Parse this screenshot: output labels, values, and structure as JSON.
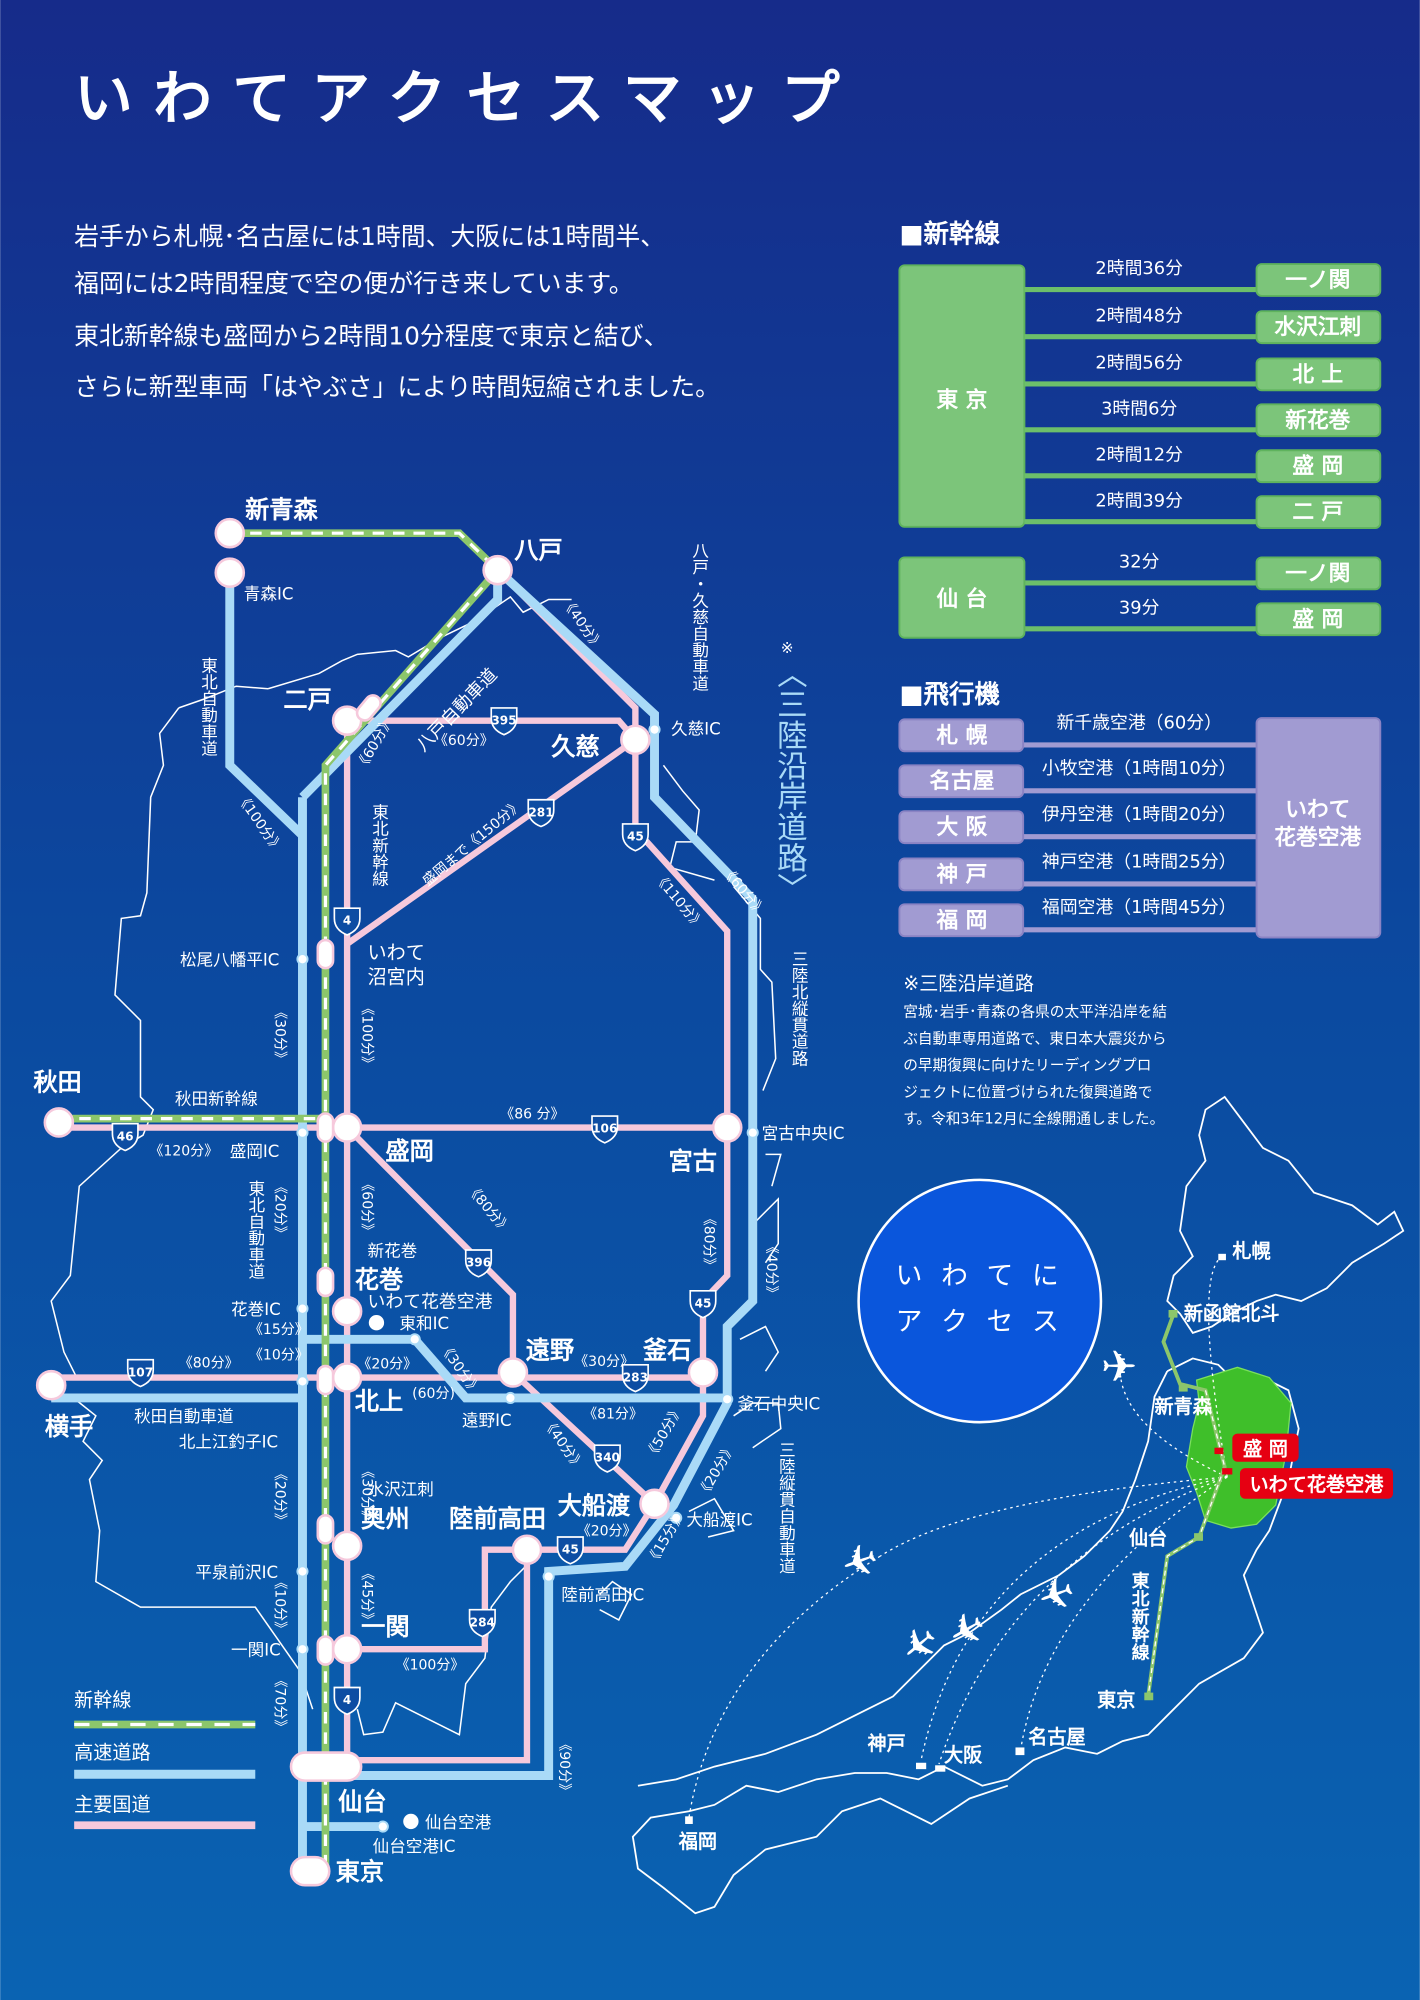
{
  "title": "いわてアクセスマップ",
  "intro": [
    "岩手から札幌･名古屋には1時間、大阪には1時間半、",
    "福岡には2時間程度で空の便が行き来しています。",
    "東北新幹線も盛岡から2時間10分程度で東京と結び、",
    "さらに新型車両「はやぶさ」により時間短縮されました。"
  ],
  "shinkansen": {
    "heading": "■新幹線",
    "groups": [
      {
        "origin": "東 京",
        "routes": [
          {
            "time": "2時間36分",
            "dest": "一ノ関"
          },
          {
            "time": "2時間48分",
            "dest": "水沢江刺"
          },
          {
            "time": "2時間56分",
            "dest": "北 上"
          },
          {
            "time": "3時間6分",
            "dest": "新花巻"
          },
          {
            "time": "2時間12分",
            "dest": "盛 岡"
          },
          {
            "time": "2時間39分",
            "dest": "二 戸"
          }
        ]
      },
      {
        "origin": "仙 台",
        "routes": [
          {
            "time": "32分",
            "dest": "一ノ関"
          },
          {
            "time": "39分",
            "dest": "盛 岡"
          }
        ]
      }
    ]
  },
  "airplane": {
    "heading": "■飛行機",
    "routes": [
      {
        "origin": "札 幌",
        "via": "新千歳空港（60分）"
      },
      {
        "origin": "名古屋",
        "via": "小牧空港（1時間10分）"
      },
      {
        "origin": "大 阪",
        "via": "伊丹空港（1時間20分）"
      },
      {
        "origin": "神 戸",
        "via": "神戸空港（1時間25分）"
      },
      {
        "origin": "福 岡",
        "via": "福岡空港（1時間45分）"
      }
    ],
    "dest_line1": "いわて",
    "dest_line2": "花巻空港"
  },
  "note": {
    "title": "※三陸沿岸道路",
    "lines": [
      "宮城･岩手･青森の各県の太平洋沿岸を結",
      "ぶ自動車専用道路で、東日本大震災から",
      "の早期復興に向けたリーディングプロ",
      "ジェクトに位置づけられた復興道路で",
      "す。令和3年12月に全線開通しました。"
    ]
  },
  "map": {
    "stations": {
      "shin_aomori": "新青森",
      "hachinohe": "八戸",
      "ninohe": "二戸",
      "kuji": "久慈",
      "numakunai_1": "いわて",
      "numakunai_2": "沼宮内",
      "akita": "秋田",
      "morioka": "盛岡",
      "miyako": "宮古",
      "shin_hanamaki": "新花巻",
      "hanamaki": "花巻",
      "hanamaki_airport": "いわて花巻空港",
      "tono": "遠野",
      "kamaishi": "釜石",
      "kitakami": "北上",
      "yokote": "横手",
      "mizusawa_esashi": "水沢江刺",
      "oshu": "奥州",
      "rikuzentakata": "陸前高田",
      "ofunato": "大船渡",
      "ichinoseki": "一関",
      "sendai": "仙台",
      "sendai_airport": "仙台空港",
      "tokyo": "東京"
    },
    "ics": {
      "aomori": "青森IC",
      "kuji": "久慈IC",
      "matsuo": "松尾八幡平IC",
      "morioka": "盛岡IC",
      "miyako": "宮古中央IC",
      "hanamaki": "花巻IC",
      "towa": "東和IC",
      "tono": "遠野IC",
      "kamaishi": "釜石中央IC",
      "kitakami_etsuriko": "北上江釣子IC",
      "hiraizumi": "平泉前沢IC",
      "ofunato": "大船渡IC",
      "rikuzentakata": "陸前高田IC",
      "ichinoseki": "一関IC",
      "sendai_airport": "仙台空港IC"
    },
    "roads": {
      "tohoku_exp_n": "東北自動車道",
      "hachinohe_exp": "八戸自動車道",
      "tohoku_shinkansen": "東北新幹線",
      "hachinohe_kuji": "八戸・久慈自動車道",
      "sanriku_mark": "※",
      "sanriku": "〈三陸沿岸道路〉",
      "sanriku_north": "三陸北縦貫道路",
      "tohoku_exp_s": "東北自動車道",
      "sanriku_jukan": "三陸縦貫自動車道",
      "akita_shinkansen": "秋田新幹線",
      "akita_exp": "秋田自動車道"
    },
    "times": {
      "t40a": "《40分》",
      "t60a": "《60分》",
      "t60b": "《60分》",
      "t100a": "《100分》",
      "t150": "盛岡まで《150分》",
      "t110": "《110分》",
      "t60c": "《60分》",
      "t30a": "《30分》",
      "t100b": "《100分》",
      "t86": "《86 分》",
      "t120": "《120分》",
      "t20a": "《20分》",
      "t60d": "《60分》",
      "t80a": "《80分》",
      "t80b": "《80分》",
      "t40b": "《40分》",
      "t80c": "《80分》",
      "t10a": "《10分》",
      "t15a": "《15分》",
      "t30b": "《30分》",
      "t20b": "《20分》",
      "t60e": "(60分)",
      "t30c": "《30分》",
      "t81": "《81分》",
      "t40c": "《40分》",
      "t50": "《50分》",
      "t20c": "《20分》",
      "t30d": "《30分》",
      "t20d": "《20分》",
      "t20e": "《20分》",
      "t15b": "《15分》",
      "t45": "《45分》",
      "t10b": "《10分》",
      "t100c": "《100分》",
      "t70": "《70分》",
      "t90": "《90分》"
    },
    "shields": {
      "r395": "395",
      "r281": "281",
      "r45a": "45",
      "r4a": "4",
      "r46": "46",
      "r106": "106",
      "r396": "396",
      "r45b": "45",
      "r107": "107",
      "r283": "283",
      "r340": "340",
      "r45c": "45",
      "r284": "284",
      "r4b": "4"
    }
  },
  "legend": {
    "shinkansen": "新幹線",
    "expressway": "高速道路",
    "national_road": "主要国道"
  },
  "badge": {
    "line1": "い わ て に",
    "line2": "ア ク セ ス"
  },
  "japan": {
    "sapporo": "札幌",
    "shin_hakodate": "新函館北斗",
    "shin_aomori": "新青森",
    "morioka": "盛 岡",
    "hanamaki_airport": "いわて花巻空港",
    "sendai": "仙台",
    "shinkansen": "東北新幹線",
    "tokyo": "東京",
    "nagoya": "名古屋",
    "osaka": "大阪",
    "kobe": "神戸",
    "fukuoka": "福岡",
    "plane_icon": "✈"
  },
  "colors": {
    "shinkansen": "#8cc66b",
    "expressway": "#a9daf7",
    "national_road": "#f6c9dc",
    "iwate": "#3fbf2a",
    "label_red": "#e60012"
  }
}
